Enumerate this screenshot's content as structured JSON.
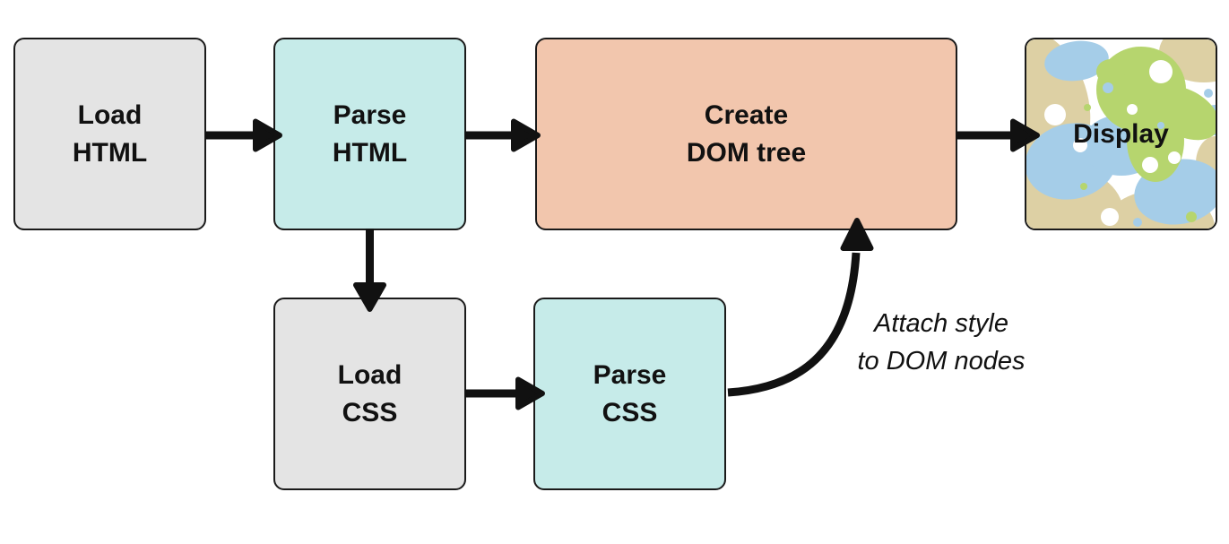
{
  "diagram": {
    "description": "Browser rendering pipeline flowchart",
    "nodes": [
      {
        "id": "load-html",
        "label": "Load\nHTML",
        "fill": "#e4e4e4"
      },
      {
        "id": "parse-html",
        "label": "Parse\nHTML",
        "fill": "#c6ebe9"
      },
      {
        "id": "create-dom",
        "label": "Create\nDOM tree",
        "fill": "#f2c6ad"
      },
      {
        "id": "display",
        "label": "Display",
        "fill": "abstract-blob-pattern"
      },
      {
        "id": "load-css",
        "label": "Load\nCSS",
        "fill": "#e4e4e4"
      },
      {
        "id": "parse-css",
        "label": "Parse\nCSS",
        "fill": "#c6ebe9"
      }
    ],
    "edges": [
      {
        "from": "load-html",
        "to": "parse-html",
        "label": ""
      },
      {
        "from": "parse-html",
        "to": "create-dom",
        "label": ""
      },
      {
        "from": "create-dom",
        "to": "display",
        "label": ""
      },
      {
        "from": "parse-html",
        "to": "load-css",
        "label": ""
      },
      {
        "from": "load-css",
        "to": "parse-css",
        "label": ""
      },
      {
        "from": "parse-css",
        "to": "create-dom",
        "label": "Attach style\nto DOM nodes",
        "style": "curved"
      }
    ],
    "colors": {
      "background": "#ffffff",
      "border": "#1a1a1a",
      "arrow": "#111111",
      "text": "#111111",
      "box_gray": "#e4e4e4",
      "box_cyan": "#c6ebe9",
      "box_salmon": "#f2c6ad",
      "pattern_tan": "#ddd0a4",
      "pattern_blue": "#a5cde8",
      "pattern_green": "#b6d56e"
    }
  }
}
